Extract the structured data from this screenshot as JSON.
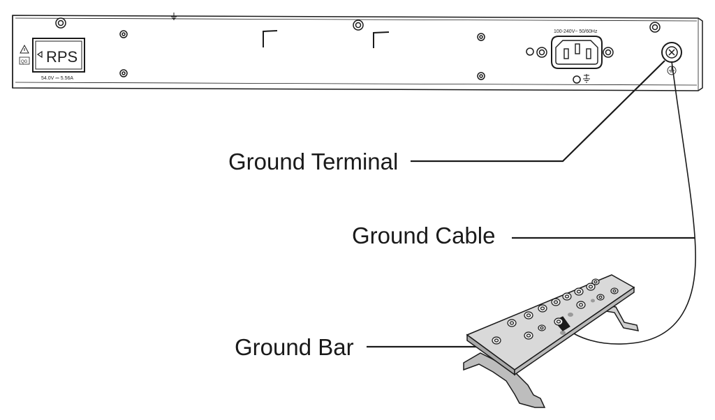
{
  "callouts": {
    "ground_terminal": "Ground Terminal",
    "ground_cable": "Ground Cable",
    "ground_bar": "Ground Bar"
  },
  "panel": {
    "rps_label": "RPS",
    "rps_rating": "54.0V ⎓ 5.56A",
    "qg_label": "QG",
    "power_rating": "100-240V~ 50/60Hz"
  },
  "colors": {
    "line": "#1a1a1a",
    "bar_fill": "#d9d9d9",
    "bracket_fill": "#bdbdbd"
  }
}
